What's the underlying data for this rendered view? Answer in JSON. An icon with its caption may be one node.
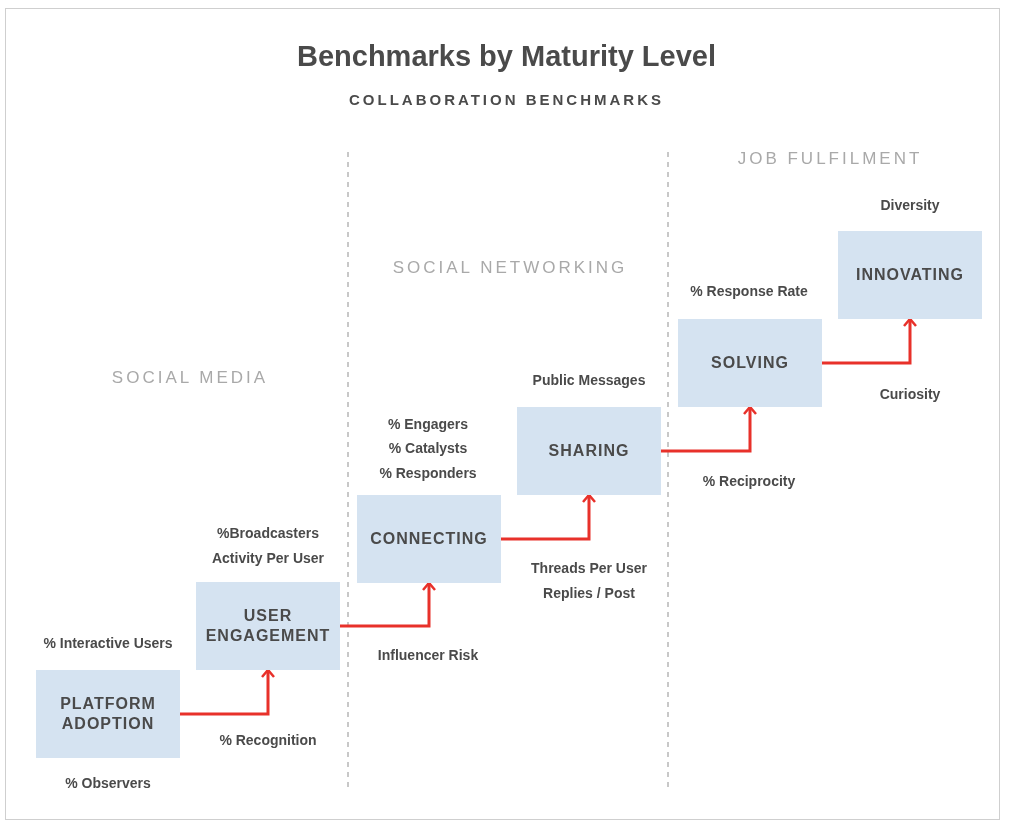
{
  "diagram": {
    "title": "Benchmarks by Maturity Level",
    "caption": "COLLABORATION BENCHMARKS",
    "nodes": [
      {
        "text": [
          "PLATFORM ADOPTION"
        ]
      },
      {
        "text": [
          "USER ENGAGEMENT"
        ]
      },
      {
        "text": [
          "CONNECTING"
        ]
      },
      {
        "text": [
          "SHARING"
        ]
      },
      {
        "text": [
          "SOLVING"
        ]
      },
      {
        "text": [
          "INNOVATING"
        ]
      }
    ],
    "edges": [
      {
        "from": 0,
        "to": 1,
        "arrow": "to"
      },
      {
        "from": 1,
        "to": 2,
        "arrow": "to"
      },
      {
        "from": 2,
        "to": 3,
        "arrow": "to"
      },
      {
        "from": 3,
        "to": 4,
        "arrow": "to"
      },
      {
        "from": 4,
        "to": 5,
        "arrow": "to"
      }
    ],
    "labels": [
      "JOB FULFILMENT",
      "Diversity",
      "SOCIAL NETWORKING",
      "% Response Rate",
      "SOCIAL MEDIA",
      "Public Messages",
      "Curiosity",
      "% Engagers",
      "% Catalysts",
      "% Responders",
      "% Reciprocity",
      "%Broadcasters",
      "Threads Per User",
      "Activity Per User",
      "Replies / Post",
      "% Interactive Users",
      "Influencer Risk",
      "% Recognition",
      "% Observers"
    ]
  }
}
